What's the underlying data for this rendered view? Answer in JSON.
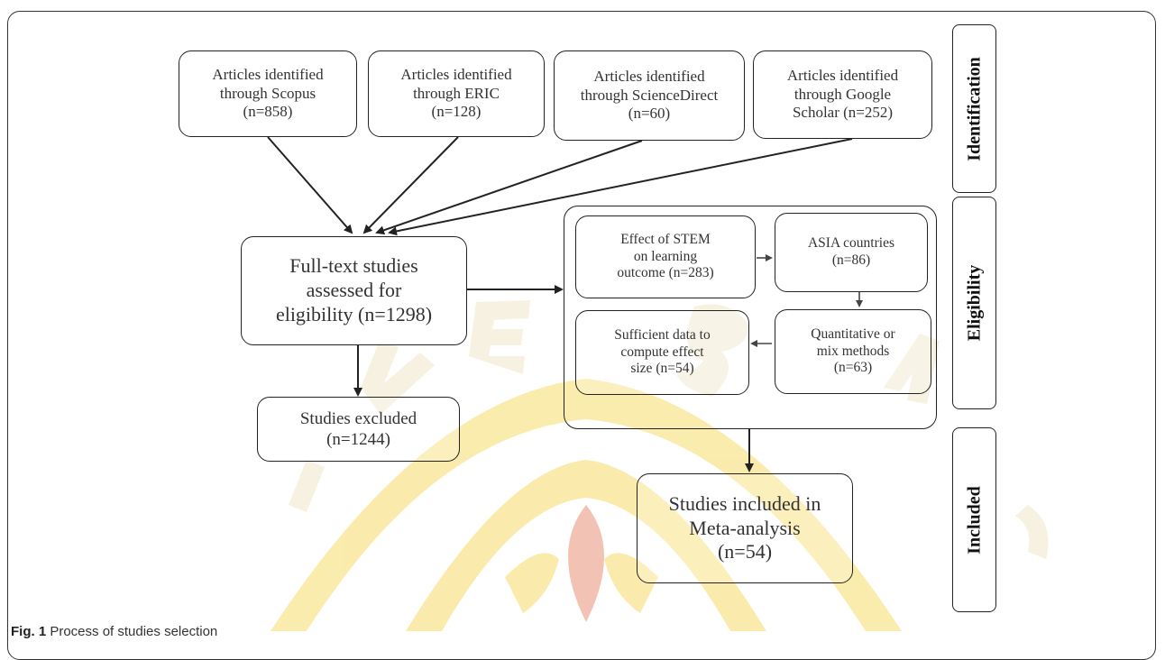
{
  "sources": [
    {
      "lines": [
        "Articles identified",
        "through Scopus",
        "(n=858)"
      ]
    },
    {
      "lines": [
        "Articles identified",
        "through ERIC",
        "(n=128)"
      ]
    },
    {
      "lines": [
        "Articles identified",
        "through ScienceDirect",
        "(n=60)"
      ]
    },
    {
      "lines": [
        "Articles identified",
        "through Google",
        "Scholar (n=252)"
      ]
    }
  ],
  "fulltext": {
    "lines": [
      "Full-text studies",
      "assessed for",
      "eligibility (n=1298)"
    ]
  },
  "excluded": {
    "lines": [
      "Studies excluded",
      "(n=1244)"
    ]
  },
  "criteria": {
    "effect": {
      "lines": [
        "Effect of STEM",
        "on learning",
        "outcome (n=283)"
      ]
    },
    "asia": {
      "lines": [
        "ASIA countries",
        "(n=86)"
      ]
    },
    "quant": {
      "lines": [
        "Quantitative or",
        "mix methods",
        "(n=63)"
      ]
    },
    "sufficient": {
      "lines": [
        "Sufficient data to",
        "compute effect",
        "size (n=54)"
      ]
    }
  },
  "included": {
    "lines": [
      "Studies included in",
      "Meta-analysis",
      "(n=54)"
    ]
  },
  "stages": {
    "identification": "Identification",
    "eligibility": "Eligibility",
    "included": "Included"
  },
  "caption": {
    "label": "Fig. 1",
    "text": "Process of studies selection"
  },
  "colors": {
    "border": "#222222",
    "text": "#333333",
    "watermark": "#f3d24a"
  }
}
